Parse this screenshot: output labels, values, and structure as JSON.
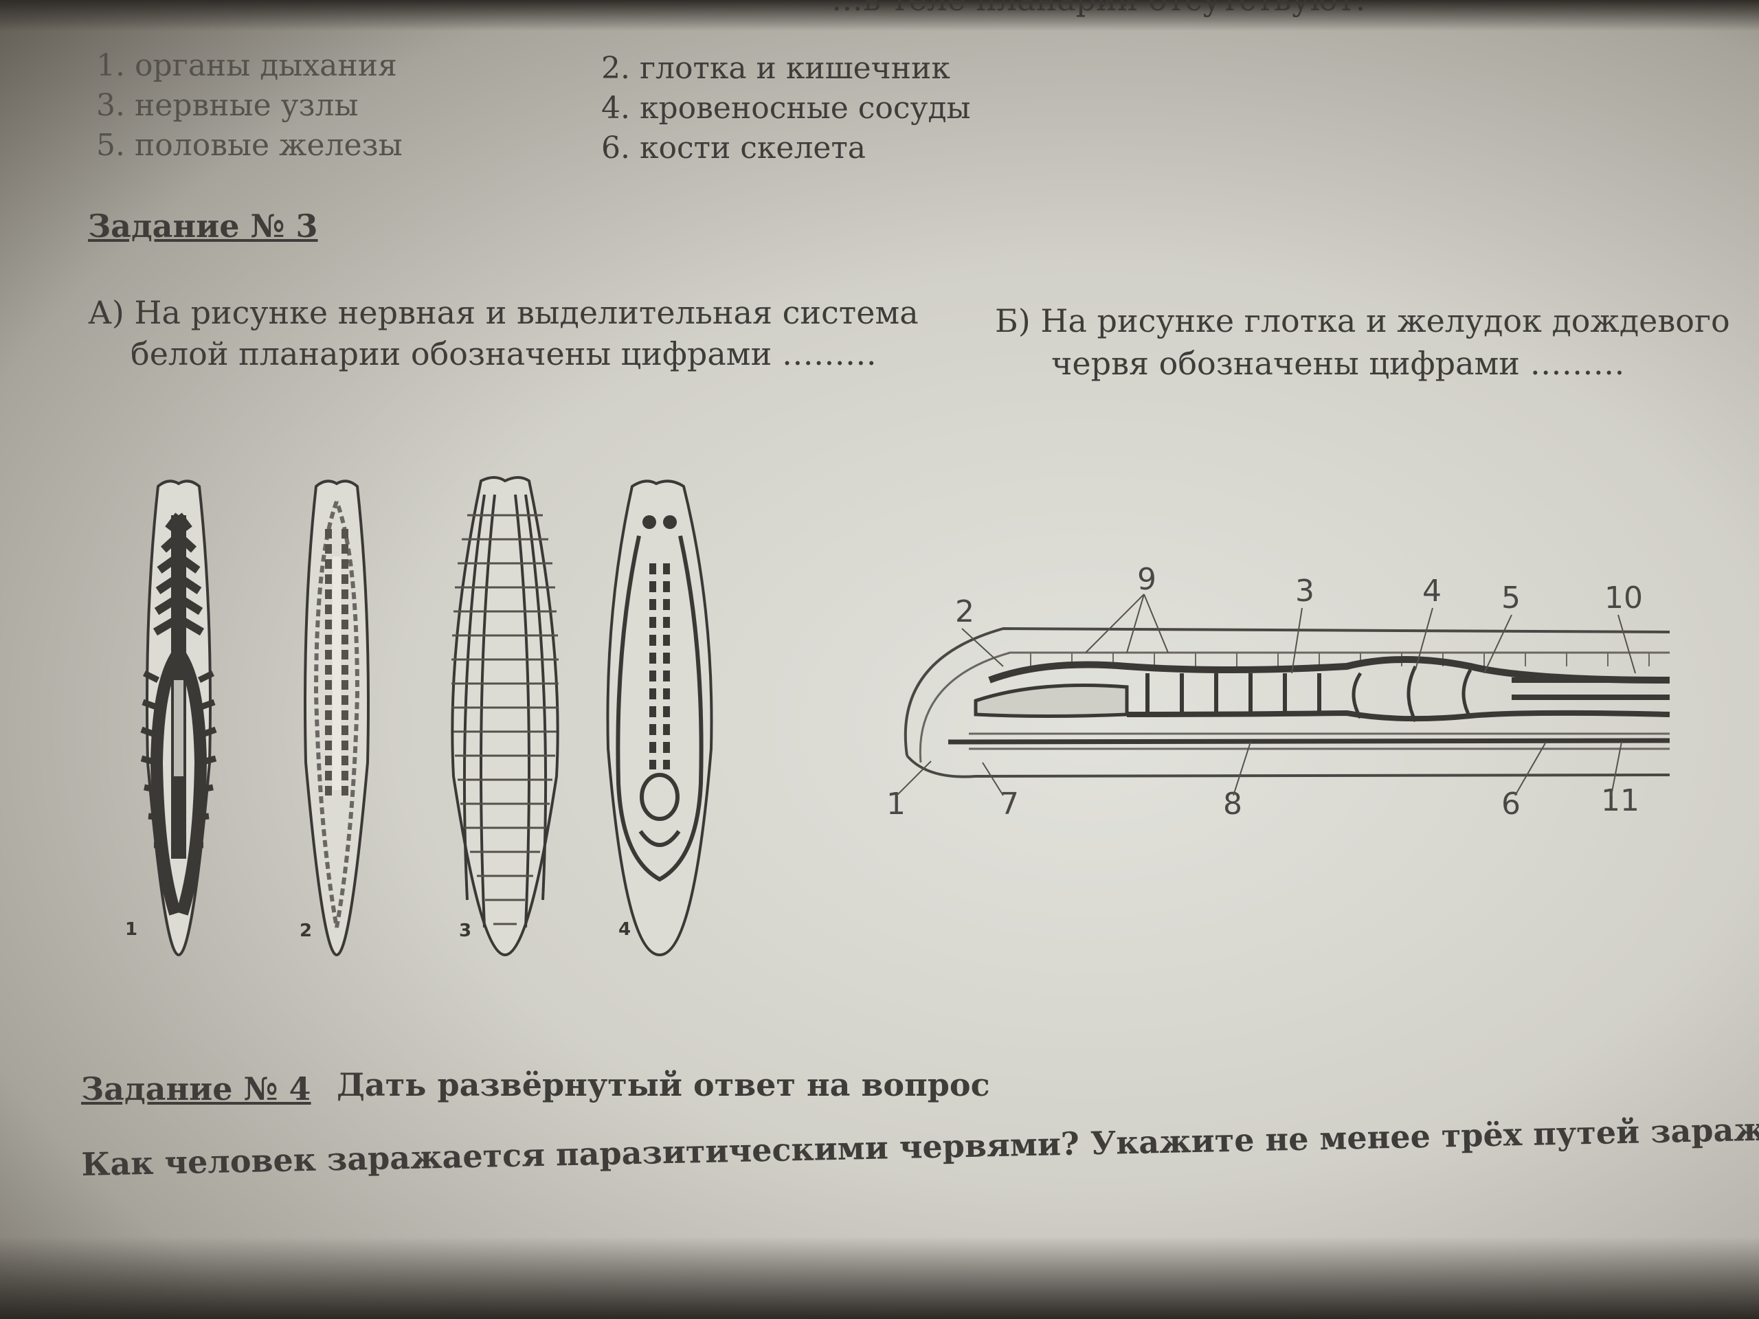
{
  "header_partial": "…в теле планарии отсутствуют:",
  "options": [
    {
      "n": "1.",
      "text": "органы дыхания"
    },
    {
      "n": "2.",
      "text": "глотка и кишечник"
    },
    {
      "n": "3.",
      "text": "нервные узлы"
    },
    {
      "n": "4.",
      "text": "кровеносные сосуды"
    },
    {
      "n": "5.",
      "text": "половые железы"
    },
    {
      "n": "6.",
      "text": "кости скелета"
    }
  ],
  "task3": {
    "heading": "Задание № 3",
    "part_a": {
      "line1": "А) На рисунке  нервная и выделительная система",
      "line2": "белой планарии обозначены цифрами ………"
    },
    "part_b": {
      "line1": "Б) На рисунке глотка и желудок дождевого",
      "line2": "червя   обозначены цифрами ………"
    },
    "planaria_figures": [
      "1",
      "2",
      "3",
      "4"
    ],
    "worm_labels": [
      "1",
      "2",
      "3",
      "4",
      "5",
      "6",
      "7",
      "8",
      "9",
      "10",
      "11"
    ]
  },
  "task4": {
    "heading": "Задание № 4",
    "instruction": "Дать развёрнутый ответ на вопрос",
    "question": "Как человек заражается паразитическими червями? Укажите не менее трёх путей заражения."
  }
}
